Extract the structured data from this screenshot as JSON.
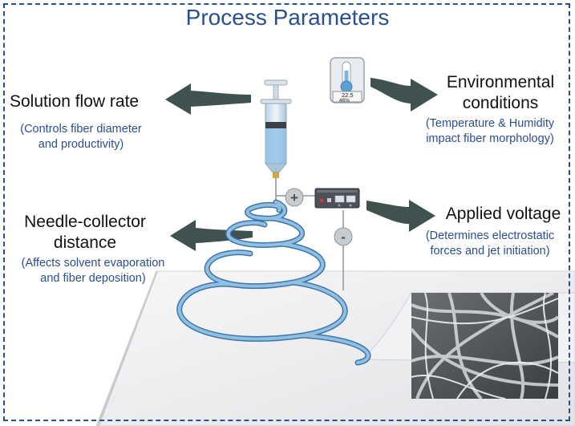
{
  "title": "Process Parameters",
  "params": {
    "flow": {
      "label": "Solution flow rate",
      "desc_line1": "(Controls fiber diameter",
      "desc_line2": "and productivity)"
    },
    "environment": {
      "label_line1": "Environmental",
      "label_line2": "conditions",
      "desc_line1": "(Temperature & Humidity",
      "desc_line2": "impact fiber morphology)"
    },
    "distance": {
      "label_line1": "Needle-collector",
      "label_line2": "distance",
      "desc_line1": "(Affects solvent evaporation",
      "desc_line2": "and fiber deposition)"
    },
    "voltage": {
      "label": "Applied voltage",
      "desc_line1": "(Determines electrostatic",
      "desc_line2": "forces and jet initiation)"
    }
  },
  "thermometer": {
    "temperature": "22.5",
    "humidity": "46%"
  },
  "polarity": {
    "positive": "+",
    "negative": "-"
  },
  "colors": {
    "title": "#2a4f8f",
    "description": "#2a4f8f",
    "arrow": "#3f5250",
    "fiber": "#6fa6d2",
    "frame": "#2a4f8f"
  }
}
